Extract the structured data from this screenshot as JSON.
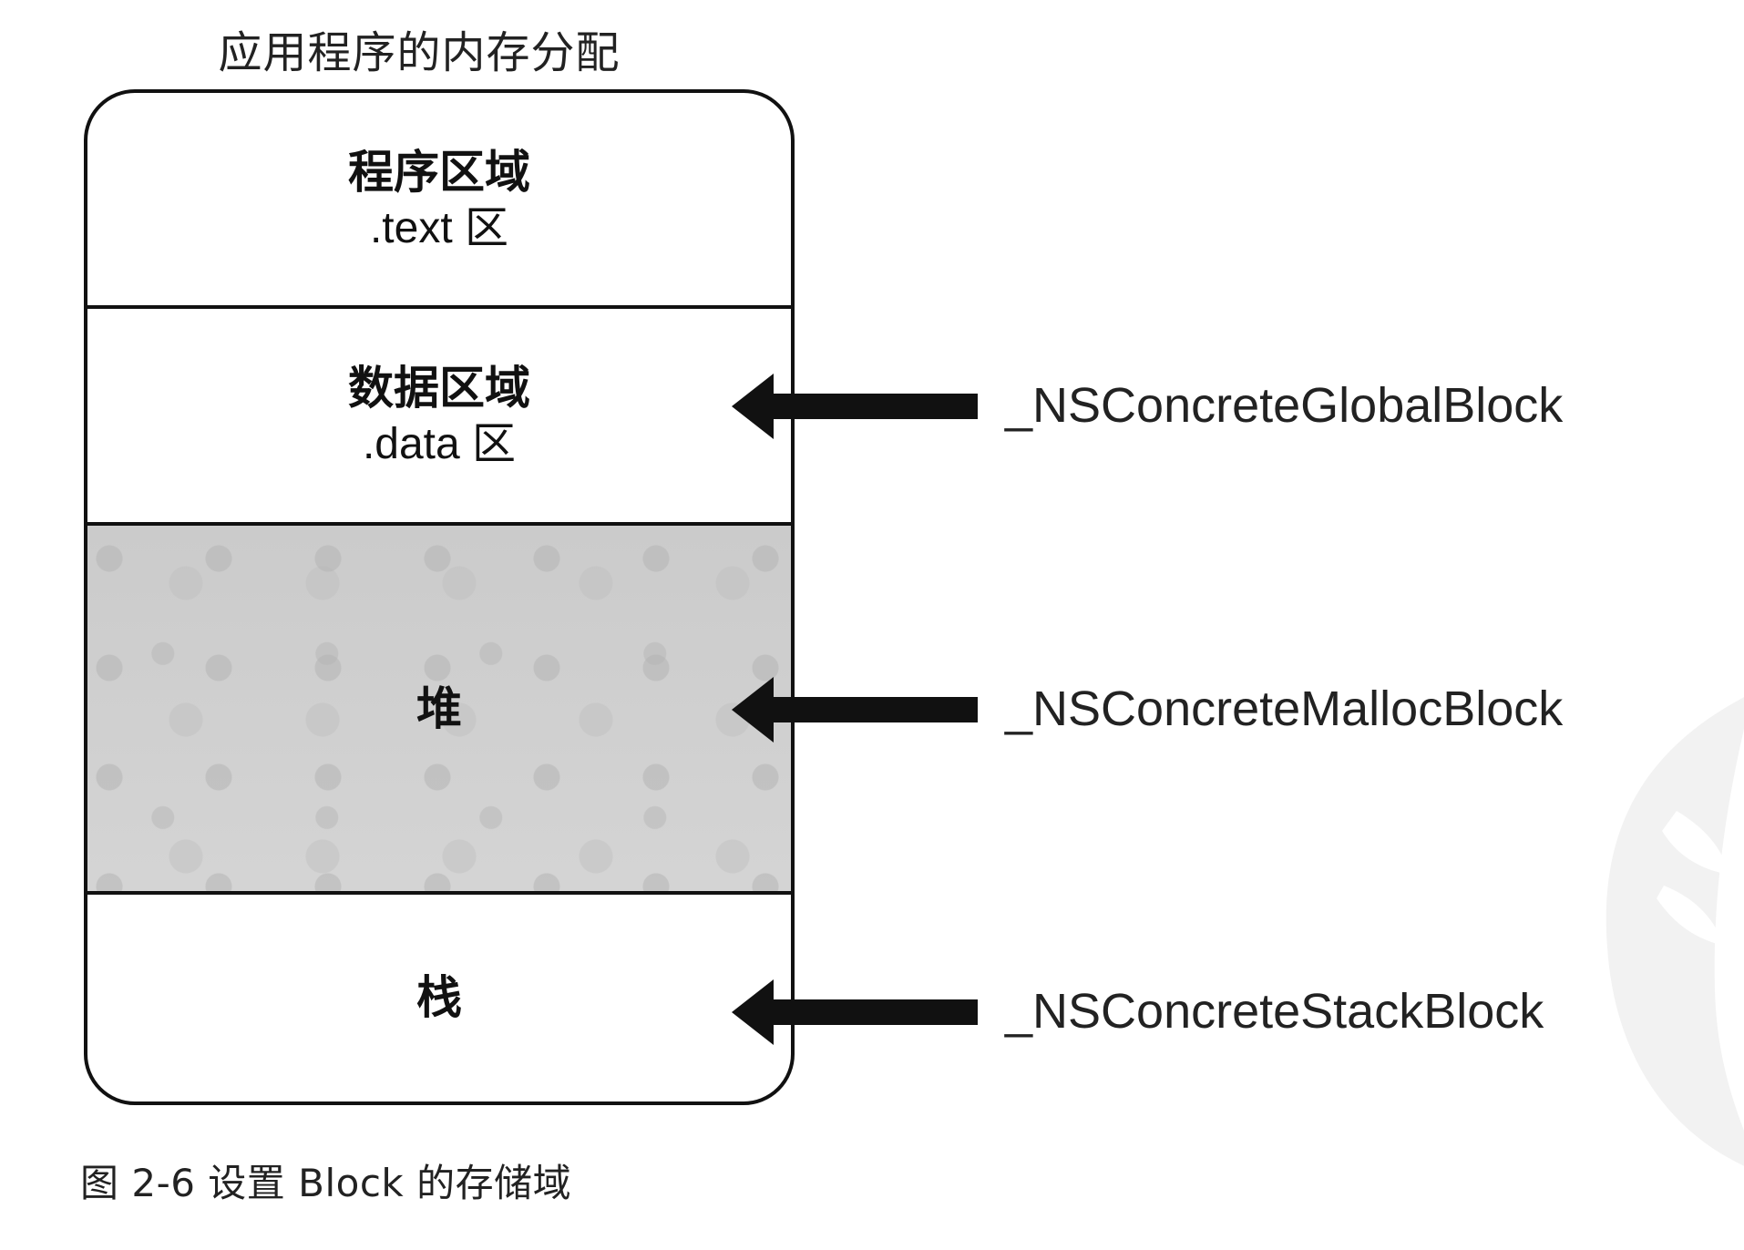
{
  "diagram": {
    "title": "应用程序的内存分配",
    "regions": [
      {
        "title": "程序区域",
        "subtitle": ".text 区",
        "shaded": false
      },
      {
        "title": "数据区域",
        "subtitle": ".data 区",
        "shaded": false
      },
      {
        "title": "堆",
        "subtitle": "",
        "shaded": true
      },
      {
        "title": "栈",
        "subtitle": "",
        "shaded": false
      }
    ],
    "pointers": [
      {
        "label": "_NSConcreteGlobalBlock",
        "target_region": "数据区域"
      },
      {
        "label": "_NSConcreteMallocBlock",
        "target_region": "堆"
      },
      {
        "label": "_NSConcreteStackBlock",
        "target_region": "栈"
      }
    ],
    "caption": "图 2-6   设置 Block 的存储域"
  },
  "colors": {
    "stroke": "#111111",
    "heap_fill": "#d3d3d3",
    "text": "#222222"
  }
}
